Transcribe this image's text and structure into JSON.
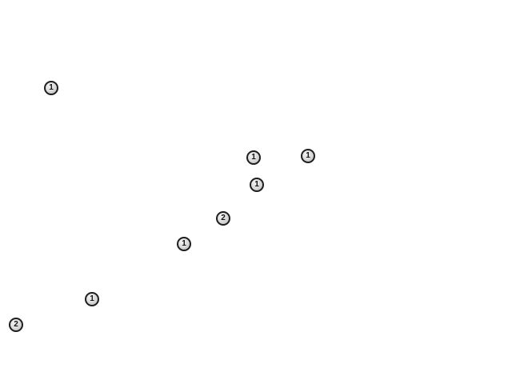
{
  "markers": [
    {
      "label": "1"
    },
    {
      "label": "1"
    },
    {
      "label": "1"
    },
    {
      "label": "1"
    },
    {
      "label": "2"
    },
    {
      "label": "1"
    },
    {
      "label": "1"
    },
    {
      "label": "2"
    }
  ]
}
